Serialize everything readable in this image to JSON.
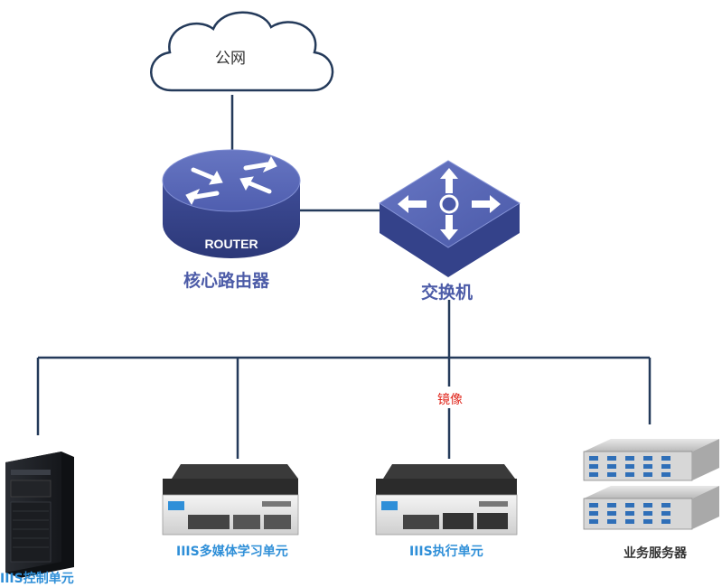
{
  "colors": {
    "line": "#243a5a",
    "device_blue": "#4b5aa6",
    "device_top": "#5c6bb8",
    "label_blue": "#4d5ca8",
    "label_cyan": "#2f8fd8",
    "mirror_red": "#e0281e"
  },
  "nodes": {
    "internet": {
      "label": "公网",
      "icon": "cloud-icon"
    },
    "router": {
      "label": "核心路由器",
      "badge": "ROUTER",
      "icon": "router-icon"
    },
    "switch": {
      "label": "交换机",
      "icon": "switch-icon"
    },
    "control_unit": {
      "label": "IIIS控制单元",
      "icon": "tower-server-icon"
    },
    "multimedia_unit": {
      "label": "IIIS多媒体学习单元",
      "icon": "rack-appliance-icon"
    },
    "exec_unit": {
      "label": "IIIS执行单元",
      "icon": "rack-appliance-icon"
    },
    "biz_servers": {
      "label": "业务服务器",
      "icon": "rack-server-icon"
    }
  },
  "edges": {
    "mirror_label": "镜像"
  }
}
